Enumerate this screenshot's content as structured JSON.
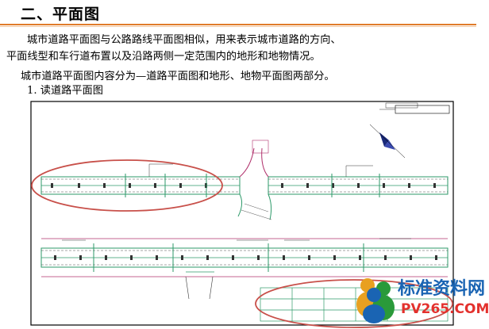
{
  "heading": {
    "text": "二、平面图"
  },
  "paragraphs": {
    "line1": "城市道路平面图与公路路线平面图相似，用来表示城市道路的方向、",
    "line2": "平面线型和车行道布置以及沿路两侧一定范围内的地形和地物情况。",
    "line3": "城市道路平面图内容分为—道路平面图和地形、地物平面图两部分。",
    "line4": "1. 读道路平面图"
  },
  "watermark": {
    "site_name": "标准资料网",
    "site_url": "PV265.COM"
  },
  "colors": {
    "heading_rule": "#e07b2a",
    "road_green": "#2e9a6a",
    "road_magenta": "#b0306b",
    "highlight_ellipse": "#c8504a",
    "logo_blue": "#1a64b3",
    "logo_red": "#e3312d"
  }
}
